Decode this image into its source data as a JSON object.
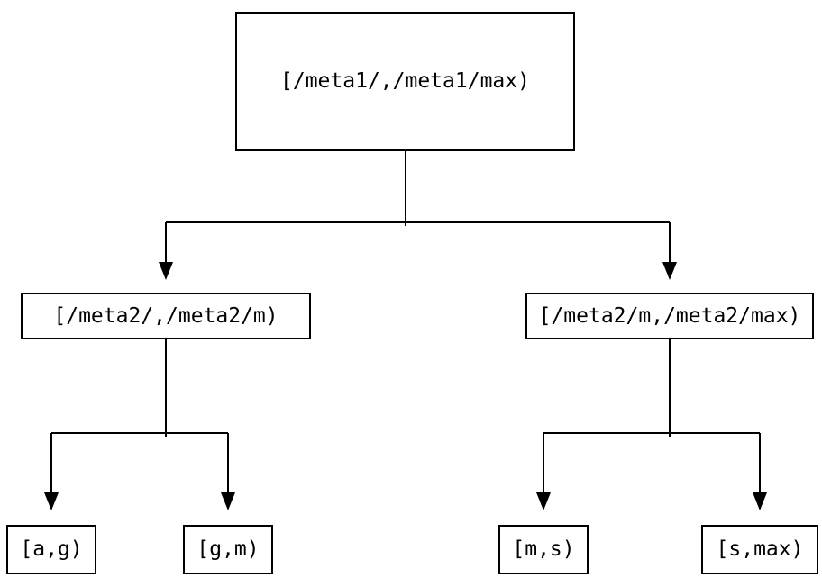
{
  "diagram": {
    "type": "binary-interval-tree",
    "colors": {
      "background": "#ffffff",
      "line": "#000000",
      "text": "#000000"
    },
    "tree": {
      "label": "[/meta1/,/meta1/max)",
      "children": [
        {
          "label": "[/meta2/,/meta2/m)",
          "children": [
            {
              "label": "[a,g)"
            },
            {
              "label": "[g,m)"
            }
          ]
        },
        {
          "label": "[/meta2/m,/meta2/max)",
          "children": [
            {
              "label": "[m,s)"
            },
            {
              "label": "[s,max)"
            }
          ]
        }
      ]
    }
  }
}
